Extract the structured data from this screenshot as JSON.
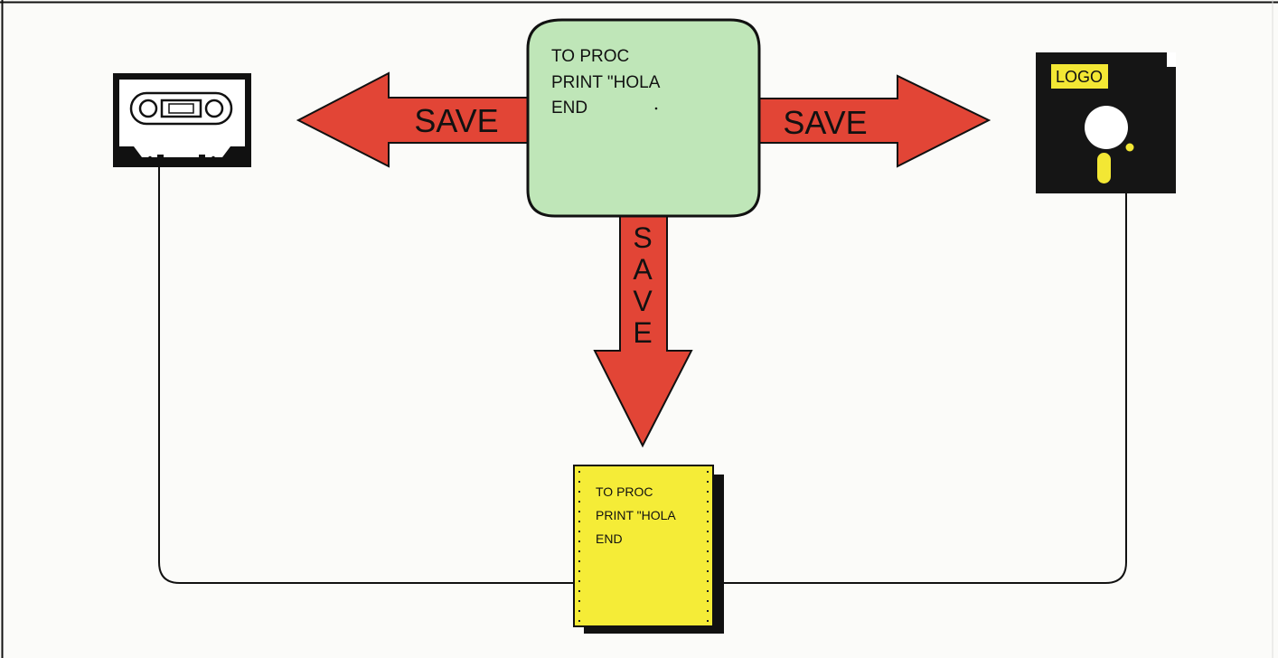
{
  "diagram": {
    "screen": {
      "lines": [
        "TO PROC",
        "PRINT \"HOLA",
        "END"
      ]
    },
    "arrows": {
      "left": "SAVE",
      "right": "SAVE",
      "down_letters": [
        "S",
        "A",
        "V",
        "E"
      ]
    },
    "disk": {
      "label": "LOGO"
    },
    "paper": {
      "lines": [
        "TO PROC",
        "PRINT \"HOLA",
        "END"
      ]
    },
    "colors": {
      "screen": "#bfe6b8",
      "arrow": "#e24536",
      "paper": "#f5ec37",
      "disk": "#151515",
      "disk_accent": "#f3e734"
    },
    "icons": {
      "cassette": "cassette-tape-icon",
      "disk": "floppy-disk-icon",
      "paper": "printout-icon"
    }
  }
}
